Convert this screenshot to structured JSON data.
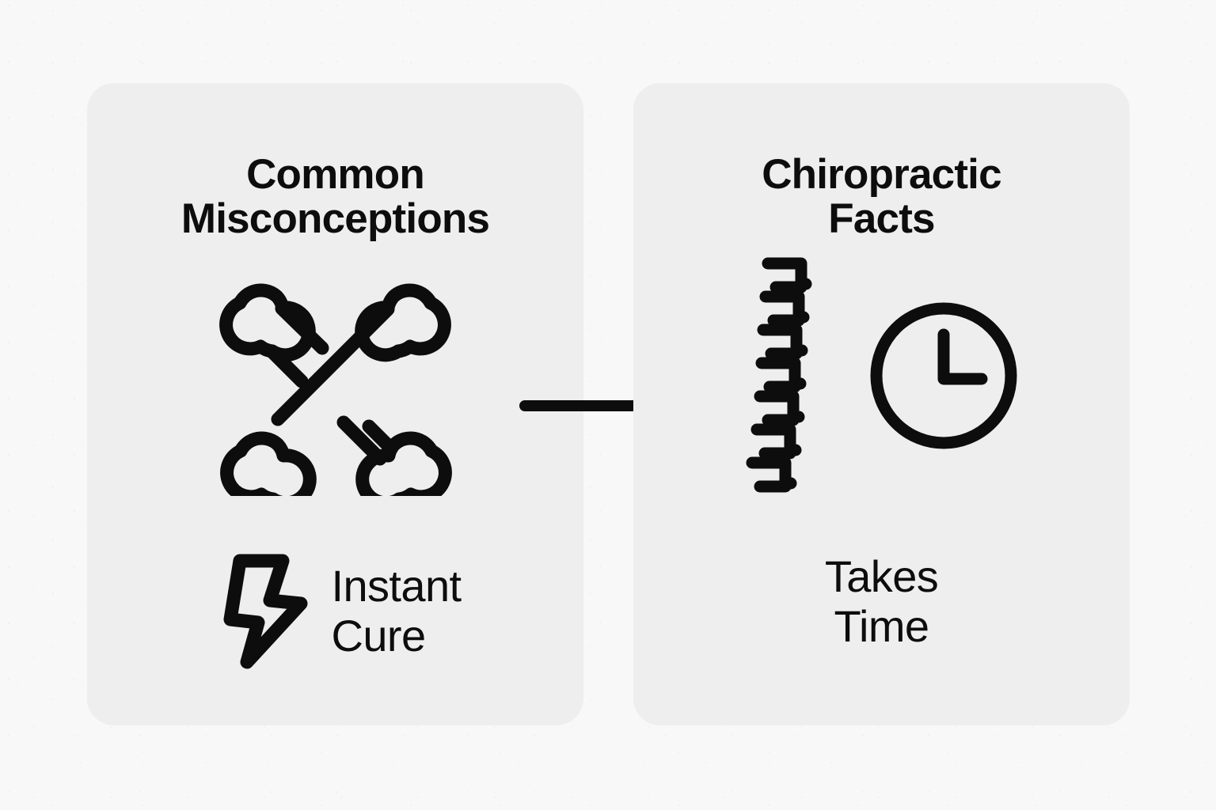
{
  "canvas": {
    "background_color": "#f8f8f8",
    "card_color": "#eeeeef",
    "ink_color": "#0d0d0d"
  },
  "cards": [
    {
      "id": "common-misconceptions",
      "title": "Common\nMisconceptions",
      "hero_icon": "crossed-bones-icon",
      "label": "Instant\nCure",
      "label_icon": "lightning-bolt-icon"
    },
    {
      "id": "chiropractic-facts",
      "title": "Chiropractic\nFacts",
      "hero_icons": [
        "spine-icon",
        "clock-icon"
      ],
      "label": "Takes\nTime",
      "label_icon": null
    }
  ],
  "connector": {
    "icon": "arrow-right-icon",
    "direction": "left-to-right"
  }
}
